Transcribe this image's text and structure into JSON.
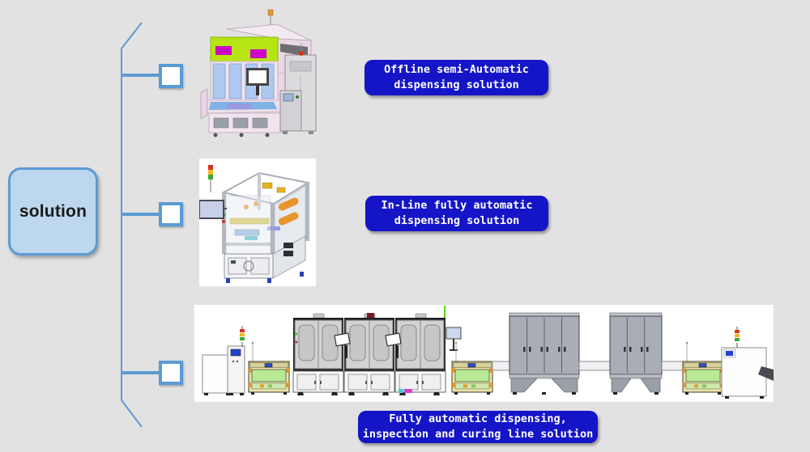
{
  "colors": {
    "background": "#e3e2e2",
    "accent": "#5b9bd5",
    "root_fill": "#bdd7ee",
    "label_bg": "#1515c8",
    "label_text": "#ffffff"
  },
  "root": {
    "label": "solution"
  },
  "branches": [
    {
      "label_line1": "Offline semi-Automatic",
      "label_line2": "dispensing solution",
      "machine_alt": "offline semi-automatic dispensing machine"
    },
    {
      "label_line1": "In-Line fully automatic",
      "label_line2": "dispensing solution",
      "machine_alt": "in-line fully automatic dispensing machine"
    },
    {
      "label_line1": "Fully automatic dispensing,",
      "label_line2": "inspection and curing line solution",
      "machine_alt": "fully automatic dispensing, inspection and curing line"
    }
  ]
}
